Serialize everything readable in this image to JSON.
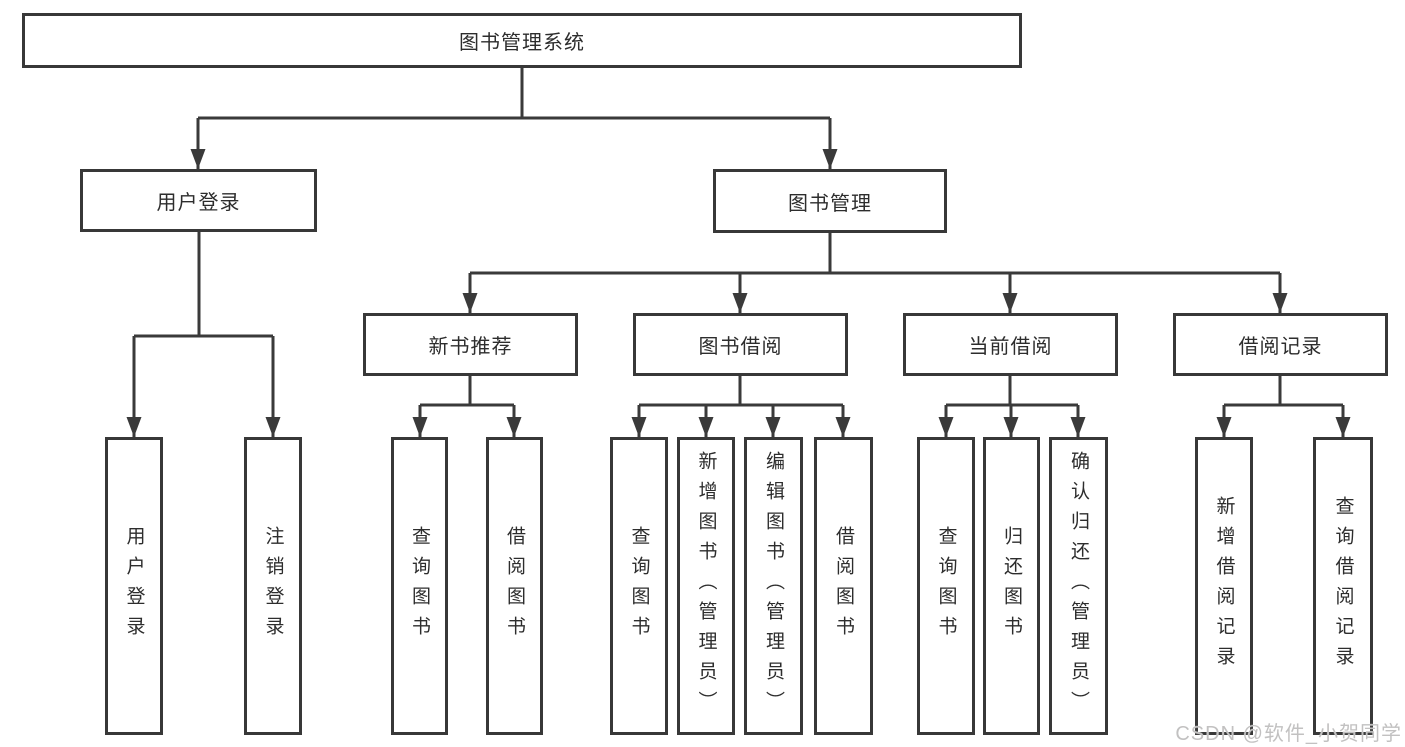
{
  "style": {
    "line_color": "#3a3a3a",
    "box_border_color": "#383838",
    "text_color": "#2d2d2d",
    "background": "#ffffff",
    "watermark_color": "#c2c1c1"
  },
  "tree": {
    "root": "图书管理系统",
    "level2": [
      {
        "label": "用户登录",
        "children": [
          {
            "label": "用户登录"
          },
          {
            "label": "注销登录"
          }
        ]
      },
      {
        "label": "图书管理",
        "children": [
          {
            "label": "新书推荐",
            "children": [
              {
                "label": "查询图书"
              },
              {
                "label": "借阅图书"
              }
            ]
          },
          {
            "label": "图书借阅",
            "children": [
              {
                "label": "查询图书"
              },
              {
                "label": "新增图书（管理员）"
              },
              {
                "label": "编辑图书（管理员）"
              },
              {
                "label": "借阅图书"
              }
            ]
          },
          {
            "label": "当前借阅",
            "children": [
              {
                "label": "查询图书"
              },
              {
                "label": "归还图书"
              },
              {
                "label": "确认归还（管理员）"
              }
            ]
          },
          {
            "label": "借阅记录",
            "children": [
              {
                "label": "新增借阅记录"
              },
              {
                "label": "查询借阅记录"
              }
            ]
          }
        ]
      }
    ]
  },
  "watermark": "CSDN @软件_小贺同学"
}
